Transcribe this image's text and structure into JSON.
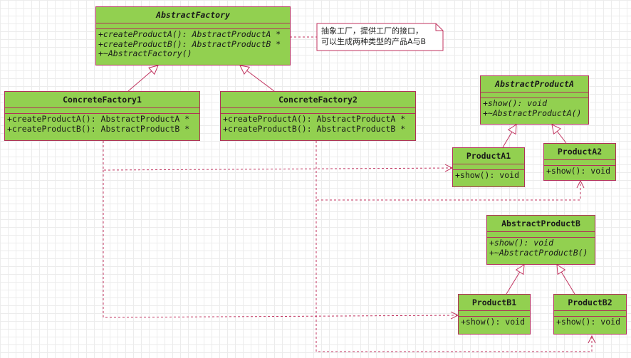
{
  "diagram": {
    "classes": {
      "abstract_factory": {
        "name": "AbstractFactory",
        "operations": [
          "+createProductA(): AbstractProductA *",
          "+createProductB(): AbstractProductB *",
          "+~AbstractFactory()"
        ]
      },
      "concrete_factory1": {
        "name": "ConcreteFactory1",
        "operations": [
          "+createProductA(): AbstractProductA *",
          "+createProductB(): AbstractProductB *"
        ]
      },
      "concrete_factory2": {
        "name": "ConcreteFactory2",
        "operations": [
          "+createProductA(): AbstractProductA *",
          "+createProductB(): AbstractProductB *"
        ]
      },
      "abstract_product_a": {
        "name": "AbstractProductA",
        "operations": [
          "+show(): void",
          "+~AbstractProductA()"
        ]
      },
      "product_a1": {
        "name": "ProductA1",
        "operations": [
          "+show(): void"
        ]
      },
      "product_a2": {
        "name": "ProductA2",
        "operations": [
          "+show(): void"
        ]
      },
      "abstract_product_b": {
        "name": "AbstractProductB",
        "operations": [
          "+show(): void",
          "+~AbstractProductB()"
        ]
      },
      "product_b1": {
        "name": "ProductB1",
        "operations": [
          "+show(): void"
        ]
      },
      "product_b2": {
        "name": "ProductB2",
        "operations": [
          "+show(): void"
        ]
      }
    },
    "note": {
      "lines": [
        "抽象工厂，提供工厂的接口，",
        "可以生成两种类型的产品A与B"
      ]
    },
    "colors": {
      "class_fill": "#92d050",
      "border": "#b0325a",
      "line": "#c0335f",
      "grid": "#ececec"
    }
  }
}
